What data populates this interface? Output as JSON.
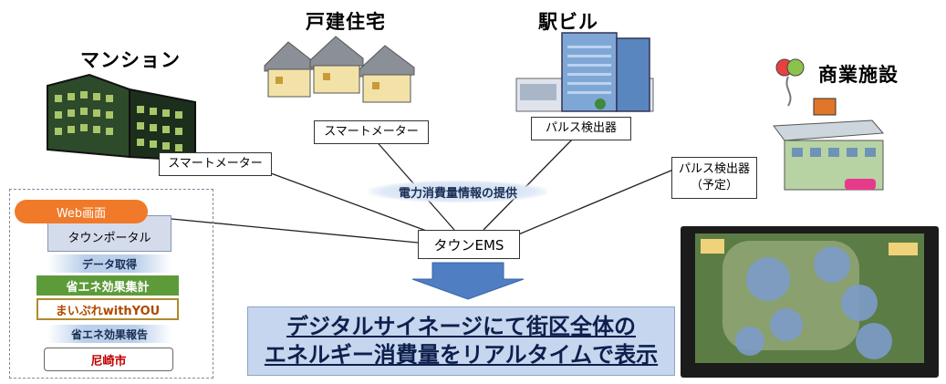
{
  "buildings": {
    "mansion": {
      "title": "マンション",
      "device": "スマートメーター"
    },
    "houses": {
      "title": "戸建住宅",
      "device": "スマートメーター"
    },
    "station": {
      "title": "駅ビル",
      "device": "パルス検出器"
    },
    "commercial": {
      "title": "商業施設",
      "device_line1": "パルス検出器",
      "device_line2": "（予定）"
    }
  },
  "center": {
    "info_label": "電力消費量情報の提供",
    "ems_label": "タウンEMS"
  },
  "panel": {
    "web_label": "Web画面",
    "portal_label": "タウンポータル",
    "data_label": "データ取得",
    "aggregate_label": "省エネ効果集計",
    "service_label": "まいぷれwithYOU",
    "report_label": "省エネ効果報告",
    "city_label": "尼崎市"
  },
  "signage": {
    "line1": "デジタルサイネージにて街区全体の",
    "line2": "エネルギー消費量をリアルタイムで表示"
  },
  "colors": {
    "accent_orange": "#f07a2a",
    "green": "#5d9b3a",
    "arrow_blue": "#4f7fc2",
    "signage_bg": "#c5d6ee"
  }
}
